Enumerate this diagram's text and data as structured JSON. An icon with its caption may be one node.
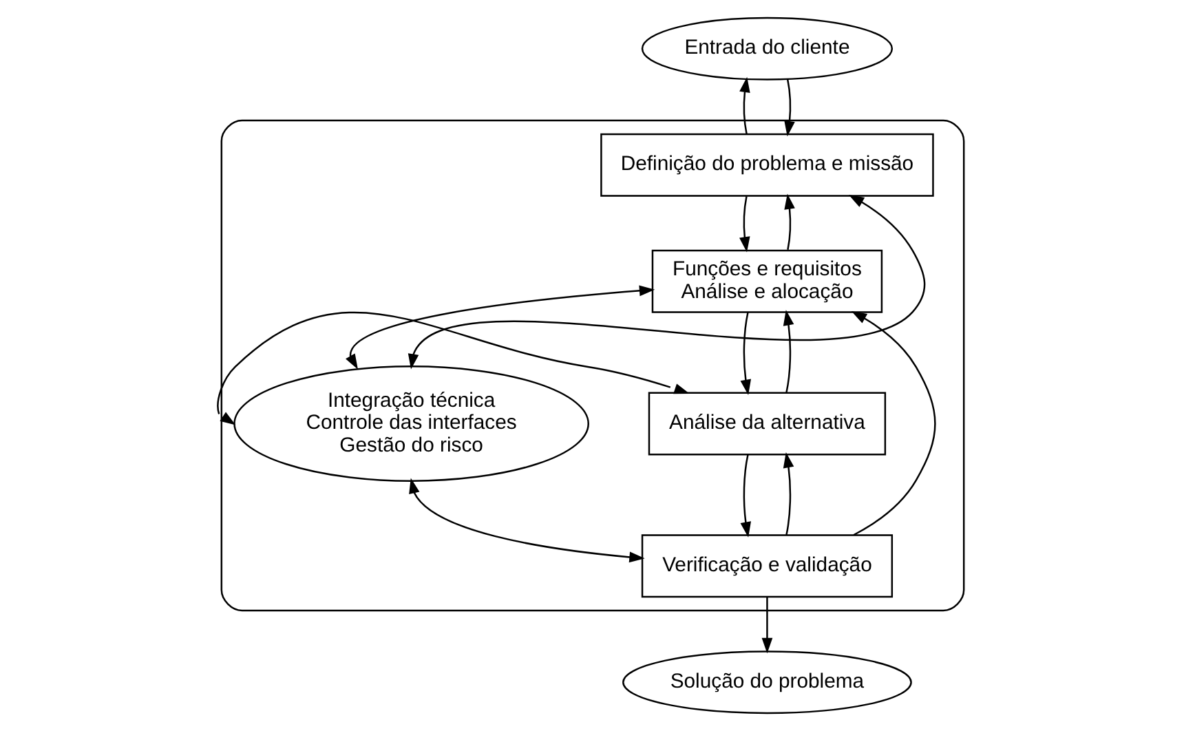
{
  "diagram": {
    "nodes": [
      {
        "text": [
          "Entrada do cliente"
        ]
      },
      {
        "text": [],
        "shape": "ellipse"
      },
      {
        "text": [
          "Definição do problema e missão"
        ],
        "in": 1
      },
      {
        "text": [
          "Funções e requisitos",
          "Análise e alocação"
        ],
        "in": 1
      },
      {
        "text": [
          "Integração técnica",
          "Controle das interfaces",
          "Gestão do risco"
        ],
        "in": 1
      },
      {
        "text": [
          "Análise da alternativa"
        ],
        "in": 1
      },
      {
        "text": [
          "Verificação e validação"
        ],
        "in": 1
      },
      {
        "text": [
          "Solução do problema"
        ]
      }
    ],
    "edges": [
      {
        "from": 0,
        "to": 2,
        "arrow": "to"
      },
      {
        "from": 2,
        "to": 0,
        "arrow": "to"
      },
      {
        "from": 2,
        "to": 3,
        "arrow": "to"
      },
      {
        "from": 3,
        "to": 2,
        "arrow": "to"
      },
      {
        "from": 3,
        "to": 5,
        "arrow": "to"
      },
      {
        "from": 5,
        "to": 3,
        "arrow": "to"
      },
      {
        "from": 5,
        "to": 6,
        "arrow": "to"
      },
      {
        "from": 6,
        "to": 3,
        "arrow": "to"
      },
      {
        "from": 6,
        "to": 5,
        "arrow": "to"
      },
      {
        "from": 6,
        "to": 7,
        "arrow": "to"
      },
      {
        "from": 2,
        "to": 4,
        "arrow": "both"
      },
      {
        "from": 3,
        "to": 4,
        "arrow": "both"
      },
      {
        "from": 5,
        "to": 4,
        "arrow": "both"
      },
      {
        "from": 6,
        "to": 4,
        "arrow": "both"
      }
    ]
  }
}
